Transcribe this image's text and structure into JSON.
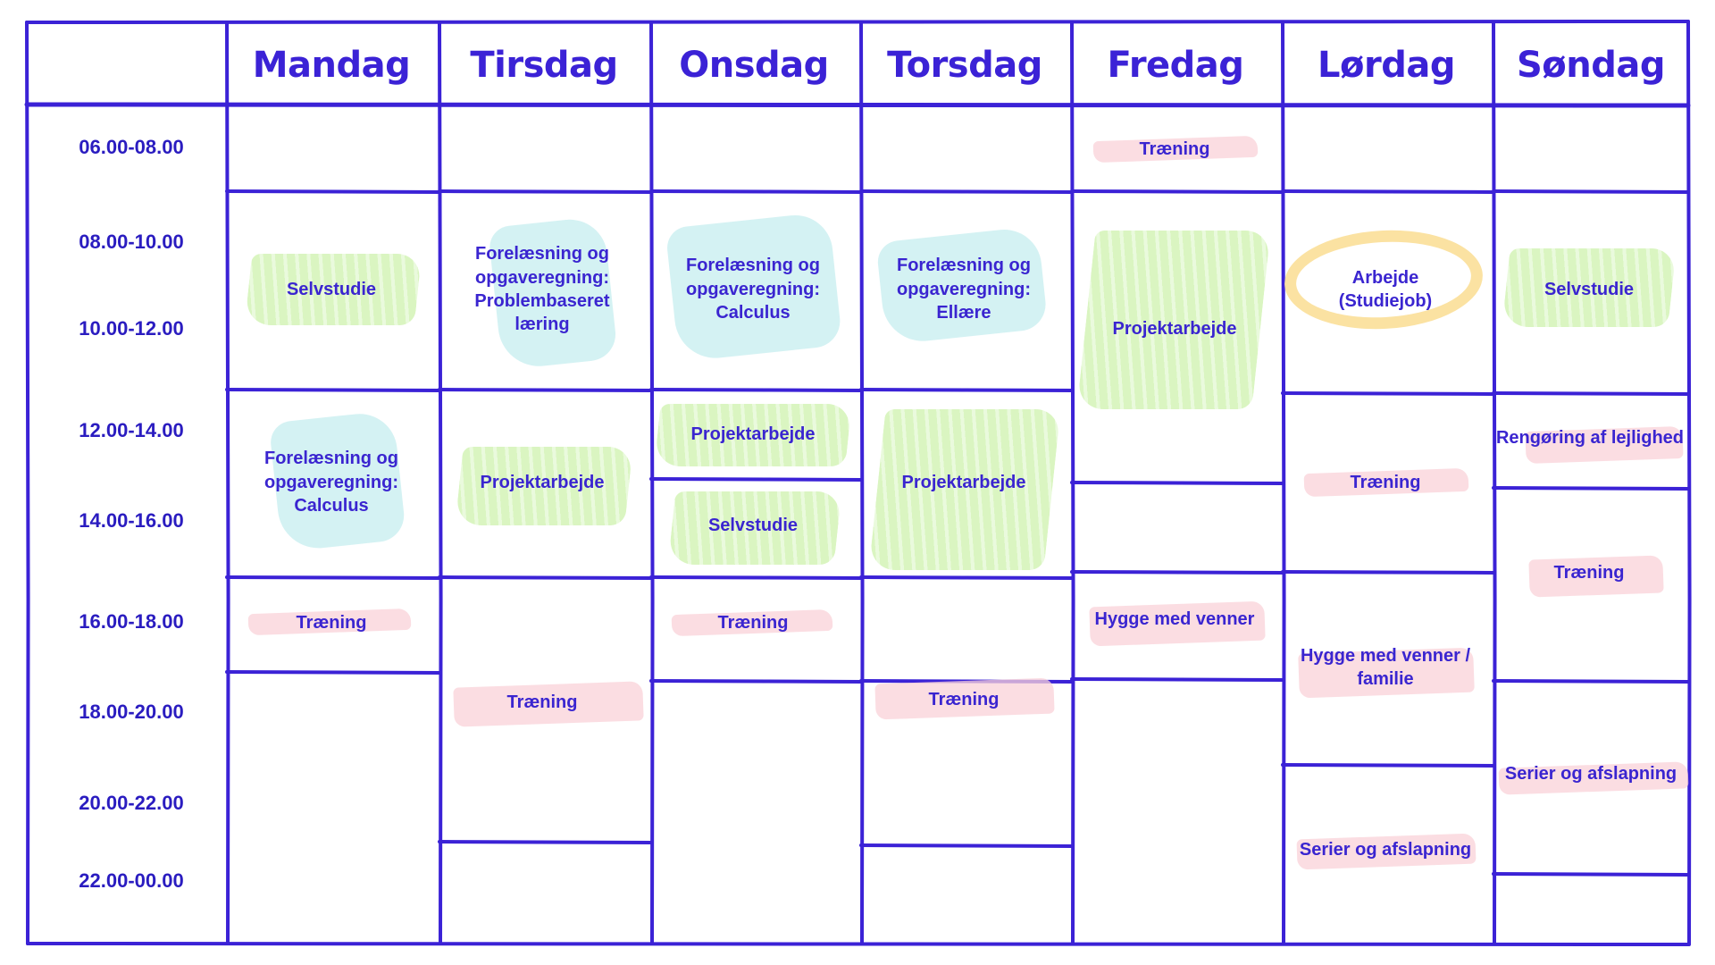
{
  "days": [
    "Mandag",
    "Tirsdag",
    "Onsdag",
    "Torsdag",
    "Fredag",
    "Lørdag",
    "Søndag"
  ],
  "time_slots": [
    "06.00-08.00",
    "08.00-10.00",
    "10.00-12.00",
    "12.00-14.00",
    "14.00-16.00",
    "16.00-18.00",
    "18.00-20.00",
    "20.00-22.00",
    "22.00-00.00"
  ],
  "events": {
    "mon_selvstudie": "Selvstudie",
    "mon_calculus": "Forelæsning og\nopgaveregning:\nCalculus",
    "mon_traening": "Træning",
    "tue_problembaseret": "Forelæsning og\nopgaveregning:\nProblembaseret\nlæring",
    "tue_projektarbejde": "Projektarbejde",
    "tue_traening": "Træning",
    "wed_calculus": "Forelæsning og\nopgaveregning:\nCalculus",
    "wed_projektarbejde": "Projektarbejde",
    "wed_selvstudie": "Selvstudie",
    "wed_traening": "Træning",
    "thu_ellaere": "Forelæsning og\nopgaveregning:\nEllære",
    "thu_projektarbejde": "Projektarbejde",
    "thu_traening": "Træning",
    "fri_traening": "Træning",
    "fri_projektarbejde": "Projektarbejde",
    "fri_hygge": "Hygge med venner",
    "sat_arbejde": "Arbejde\n(Studiejob)",
    "sat_traening": "Træning",
    "sat_hygge": "Hygge med venner /\nfamilie",
    "sat_serier": "Serier og afslapning",
    "sun_selvstudie": "Selvstudie",
    "sun_rengoring": "Rengøring af lejlighed",
    "sun_traening": "Træning",
    "sun_serier": "Serier og afslapning"
  },
  "colors": {
    "ink": "#3b22d6",
    "study_green": "#d2f4b4",
    "lecture_cyan": "#cff1f2",
    "leisure_pink": "#f9d1d8",
    "job_yellow": "#fbe2a2"
  }
}
